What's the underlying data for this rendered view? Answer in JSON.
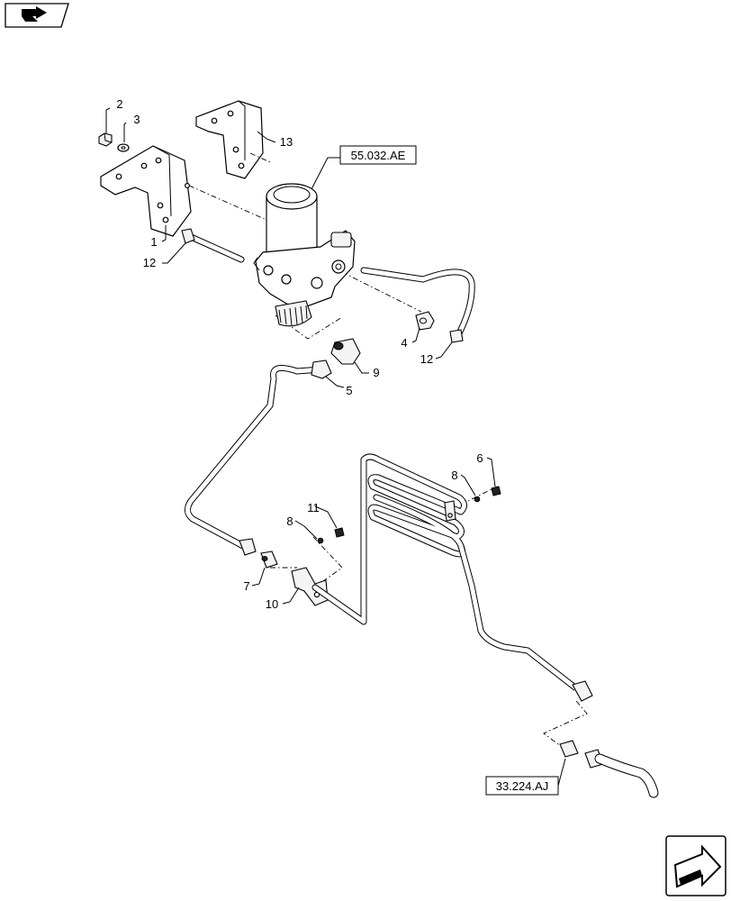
{
  "nav": {
    "top_icon": "previous-page-arrow-icon",
    "bottom_icon": "next-page-arrow-icon"
  },
  "references": {
    "dryer": "55.032.AE",
    "line": "33.224.AJ"
  },
  "callouts": {
    "c1": "1",
    "c2": "2",
    "c3": "3",
    "c4": "4",
    "c5": "5",
    "c6": "6",
    "c7": "7",
    "c8a": "8",
    "c8b": "8",
    "c9": "9",
    "c10": "10",
    "c11": "11",
    "c12a": "12",
    "c12b": "12",
    "c13": "13"
  }
}
